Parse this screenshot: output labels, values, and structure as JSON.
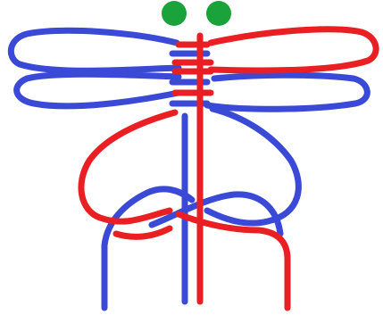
{
  "colors": {
    "background": "#ffffff",
    "blue_cord": "#3a49d6",
    "red_cord": "#ea1f23",
    "eye": "#1aa33a"
  },
  "figure": {
    "subject": "dragonfly-knot",
    "cords": [
      "blue",
      "red"
    ],
    "eyes": 2,
    "wings": 4
  }
}
